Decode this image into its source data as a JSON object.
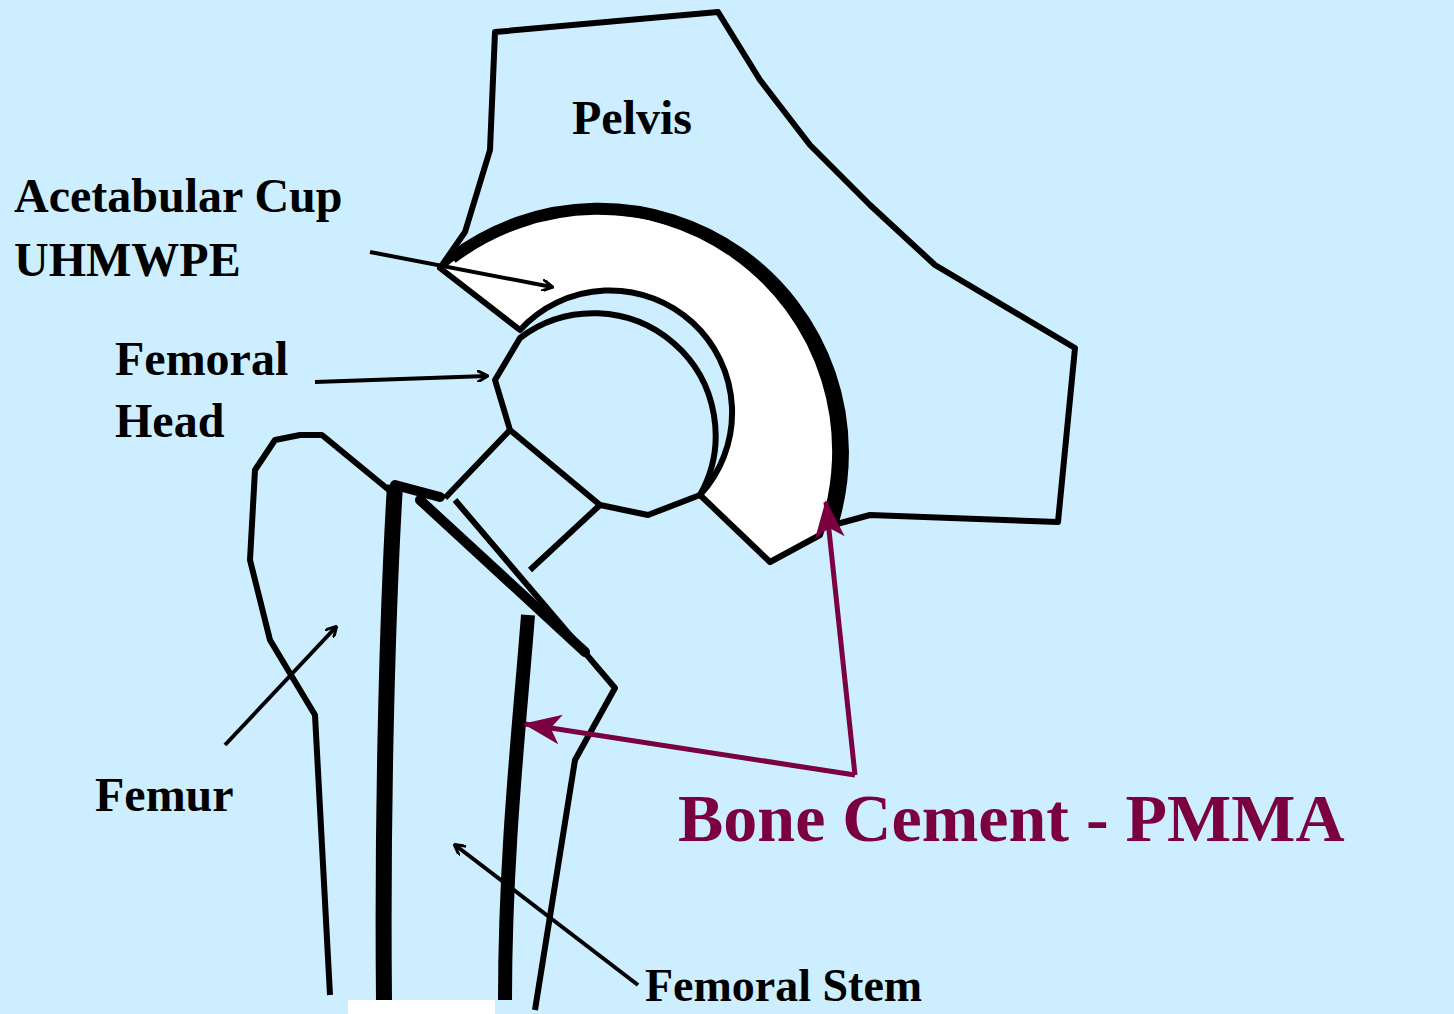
{
  "diagram": {
    "labels": [
      "Pelvis",
      "Acetabular Cup UHMWPE",
      "Femoral Head",
      "Femur",
      "Bone Cement - PMMA",
      "Femoral Stem"
    ]
  }
}
